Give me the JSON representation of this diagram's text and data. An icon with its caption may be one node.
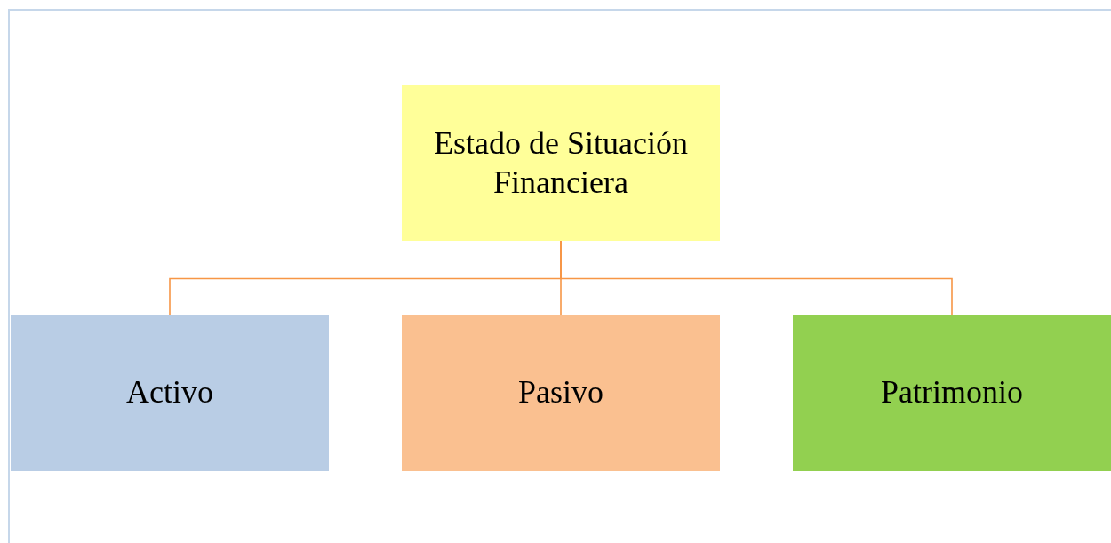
{
  "diagram": {
    "nodes": [
      {
        "text": [
          "Estado de Situación Financiera"
        ]
      },
      {
        "text": [
          "Activo"
        ]
      },
      {
        "text": [
          "Pasivo"
        ]
      },
      {
        "text": [
          "Patrimonio"
        ]
      }
    ],
    "edges": [
      {
        "from": 0,
        "to": 1,
        "arrow": "none"
      },
      {
        "from": 0,
        "to": 2,
        "arrow": "none"
      },
      {
        "from": 0,
        "to": 3,
        "arrow": "none"
      }
    ]
  }
}
